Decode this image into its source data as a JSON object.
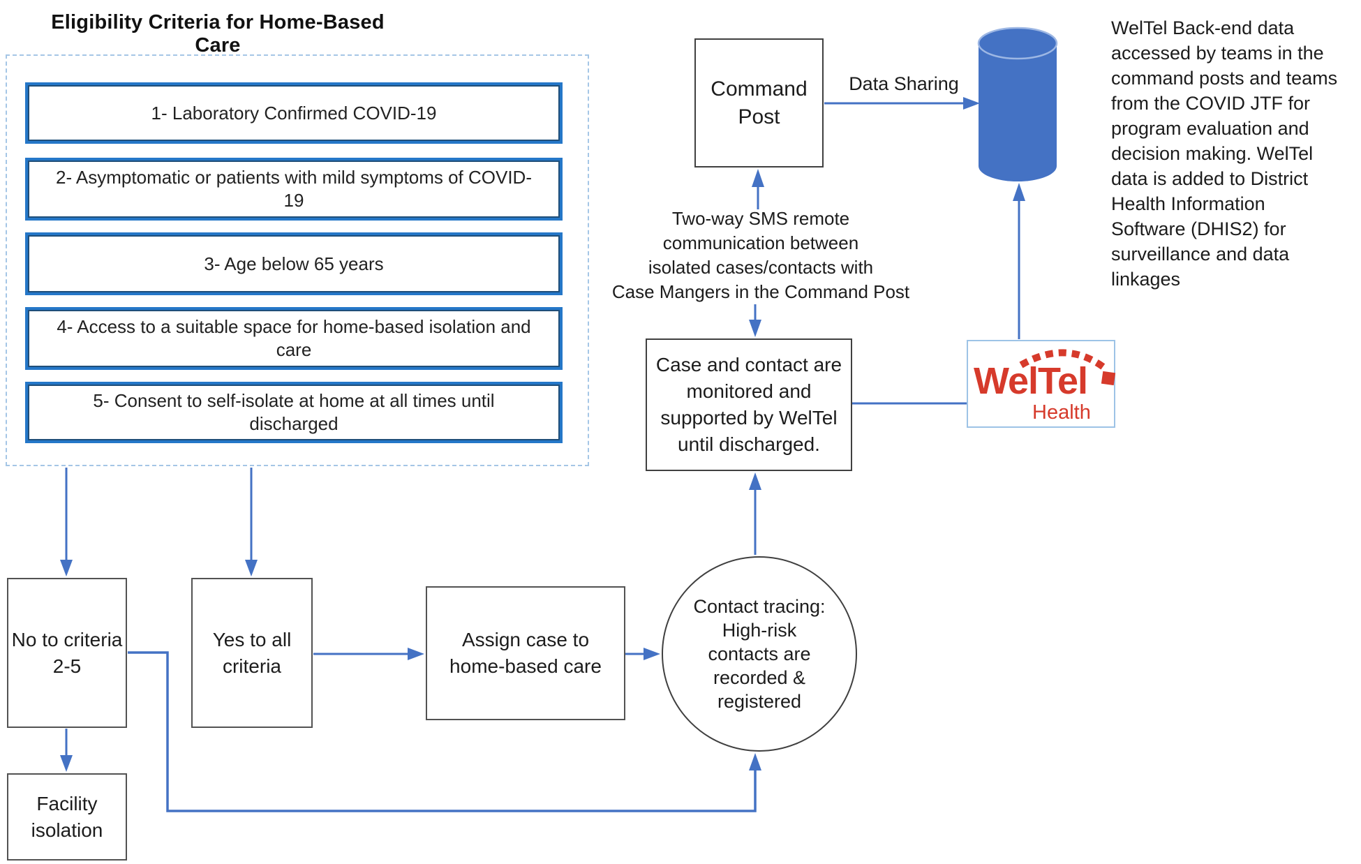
{
  "diagram": {
    "title": "Eligibility Criteria for Home-Based Care",
    "eligibility": {
      "criteria": [
        "1- Laboratory Confirmed COVID-19",
        "2- Asymptomatic  or patients with mild symptoms of COVID-19",
        "3- Age below 65 years",
        "4- Access to a suitable space for home-based isolation and care",
        "5- Consent to self-isolate at home at all times until discharged"
      ]
    },
    "command_post": {
      "lines": [
        "Command",
        "Post"
      ]
    },
    "data_sharing_label": "Data Sharing",
    "backend_note": {
      "lines": [
        "WelTel Back-end data",
        "accessed by teams in the",
        "command posts and teams",
        "from the COVID JTF for",
        "program evaluation and",
        "decision making. WelTel",
        "data is added to District",
        "Health Information",
        "Software (DHIS2) for",
        "surveillance and data",
        "linkages"
      ]
    },
    "sms_note": {
      "lines": [
        "Two-way SMS remote",
        "communication between",
        "isolated cases/contacts with",
        "Case Mangers in the Command Post"
      ]
    },
    "case_monitor_box": {
      "lines": [
        "Case and contact are",
        "monitored and",
        "supported by WelTel",
        "until discharged."
      ]
    },
    "weltel_logo": {
      "brand": "WelTel",
      "sub": "Health"
    },
    "no_box": {
      "lines": [
        "No to criteria",
        "2-5"
      ]
    },
    "yes_box": {
      "lines": [
        "Yes to all",
        "criteria"
      ]
    },
    "assign_box": {
      "lines": [
        "Assign case to",
        "home-based care"
      ]
    },
    "contact_circle": {
      "lines": [
        "Contact tracing:",
        "High-risk",
        "contacts are",
        "recorded &",
        "registered"
      ]
    },
    "facility_box": {
      "lines": [
        "Facility",
        "isolation"
      ]
    },
    "icons": {
      "database": "database-cylinder-icon",
      "weltel_arc": "weltel-arc-icon"
    },
    "colors": {
      "connector_blue": "#4472C4",
      "criteria_border_blue": "#2577C8",
      "criteria_border_inner": "#1F4E79",
      "dashed_container": "#A5C6E6",
      "dark_box_border": "#525252",
      "cylinder_fill": "#4472C4",
      "cylinder_top_edge": "#9DB7E4",
      "weltel_red": "#D63A2B",
      "text": "#1C1C1C"
    }
  }
}
